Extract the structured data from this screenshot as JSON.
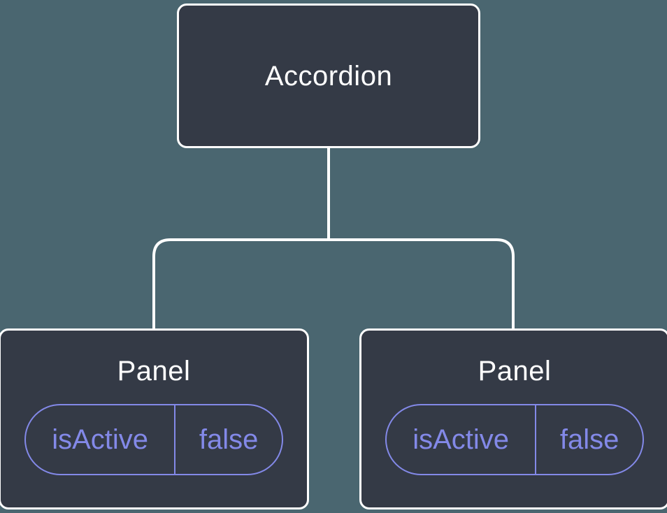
{
  "colors": {
    "background": "#4A6670",
    "node_fill": "#343A46",
    "node_border": "#FFFFFF",
    "label_text": "#FFFFFF",
    "state_accent": "#8389E8"
  },
  "tree": {
    "root": {
      "label": "Accordion"
    },
    "children": [
      {
        "label": "Panel",
        "state": {
          "name": "isActive",
          "value": "false"
        }
      },
      {
        "label": "Panel",
        "state": {
          "name": "isActive",
          "value": "false"
        }
      }
    ]
  }
}
